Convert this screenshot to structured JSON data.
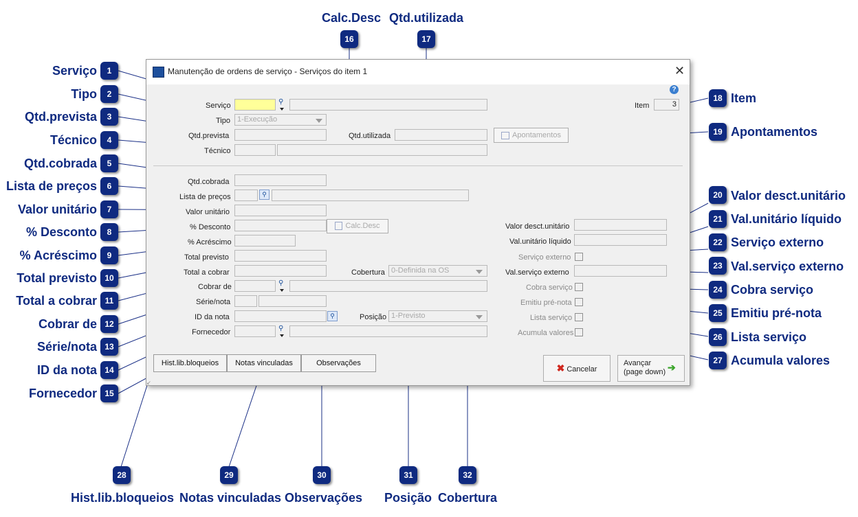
{
  "dialog": {
    "title": "Manutenção de ordens de serviço - Serviços do item  1",
    "close_glyph": "✕",
    "item_label": "Item",
    "item_value": "3",
    "help_glyph": "?",
    "fields": {
      "servico": {
        "label": "Serviço",
        "value": ""
      },
      "tipo": {
        "label": "Tipo",
        "value": "1-Execução"
      },
      "qtd_prevista": {
        "label": "Qtd.prevista",
        "value": ""
      },
      "qtd_utilizada": {
        "label": "Qtd.utilizada",
        "value": ""
      },
      "tecnico": {
        "label": "Técnico",
        "value": ""
      },
      "qtd_cobrada": {
        "label": "Qtd.cobrada",
        "value": ""
      },
      "lista_precos": {
        "label": "Lista de preços",
        "value": ""
      },
      "valor_unitario": {
        "label": "Valor unitário",
        "value": ""
      },
      "pct_desconto": {
        "label": "% Desconto",
        "value": ""
      },
      "pct_acrescimo": {
        "label": "% Acréscimo",
        "value": ""
      },
      "total_previsto": {
        "label": "Total previsto",
        "value": ""
      },
      "total_cobrar": {
        "label": "Total a cobrar",
        "value": ""
      },
      "cobertura": {
        "label": "Cobertura",
        "value": "0-Definida na OS"
      },
      "cobrar_de": {
        "label": "Cobrar de",
        "value": ""
      },
      "serie_nota": {
        "label": "Série/nota",
        "value": ""
      },
      "id_nota": {
        "label": "ID da nota",
        "value": ""
      },
      "posicao": {
        "label": "Posição",
        "value": "1-Previsto"
      },
      "fornecedor": {
        "label": "Fornecedor",
        "value": ""
      },
      "valor_desc_unitario": {
        "label": "Valor desct.unitário",
        "value": ""
      },
      "val_unitario_liquido": {
        "label": "Val.unitário líquido",
        "value": ""
      },
      "servico_externo": {
        "label": "Serviço externo"
      },
      "val_servico_externo": {
        "label": "Val.serviço externo",
        "value": ""
      },
      "cobra_servico": {
        "label": "Cobra serviço"
      },
      "emitiu_pre_nota": {
        "label": "Emitiu pré-nota"
      },
      "lista_servico": {
        "label": "Lista serviço"
      },
      "acumula_valores": {
        "label": "Acumula valores"
      }
    },
    "buttons": {
      "apontamentos": "Apontamentos",
      "calc_desc": "Calc.Desc",
      "cancelar": "Cancelar",
      "avancar_line1": "Avançar",
      "avancar_line2": "(page down)"
    },
    "tabs": [
      "Hist.lib.bloqueios",
      "Notas vinculadas",
      "Observações"
    ]
  },
  "callouts": [
    {
      "n": "1",
      "text": "Serviço"
    },
    {
      "n": "2",
      "text": "Tipo"
    },
    {
      "n": "3",
      "text": "Qtd.prevista"
    },
    {
      "n": "4",
      "text": "Técnico"
    },
    {
      "n": "5",
      "text": "Qtd.cobrada"
    },
    {
      "n": "6",
      "text": "Lista de preços"
    },
    {
      "n": "7",
      "text": "Valor unitário"
    },
    {
      "n": "8",
      "text": "% Desconto"
    },
    {
      "n": "9",
      "text": "% Acréscimo"
    },
    {
      "n": "10",
      "text": "Total previsto"
    },
    {
      "n": "11",
      "text": "Total a cobrar"
    },
    {
      "n": "12",
      "text": "Cobrar de"
    },
    {
      "n": "13",
      "text": "Série/nota"
    },
    {
      "n": "14",
      "text": "ID da nota"
    },
    {
      "n": "15",
      "text": "Fornecedor"
    },
    {
      "n": "16",
      "text": "Calc.Desc"
    },
    {
      "n": "17",
      "text": "Qtd.utilizada"
    },
    {
      "n": "18",
      "text": "Item"
    },
    {
      "n": "19",
      "text": "Apontamentos"
    },
    {
      "n": "20",
      "text": "Valor desct.unitário"
    },
    {
      "n": "21",
      "text": "Val.unitário líquido"
    },
    {
      "n": "22",
      "text": "Serviço externo"
    },
    {
      "n": "23",
      "text": "Val.serviço externo"
    },
    {
      "n": "24",
      "text": "Cobra serviço"
    },
    {
      "n": "25",
      "text": "Emitiu pré-nota"
    },
    {
      "n": "26",
      "text": "Lista serviço"
    },
    {
      "n": "27",
      "text": "Acumula valores"
    },
    {
      "n": "28",
      "text": "Hist.lib.bloqueios"
    },
    {
      "n": "29",
      "text": "Notas vinculadas"
    },
    {
      "n": "30",
      "text": "Observações"
    },
    {
      "n": "31",
      "text": "Posição"
    },
    {
      "n": "32",
      "text": "Cobertura"
    }
  ]
}
